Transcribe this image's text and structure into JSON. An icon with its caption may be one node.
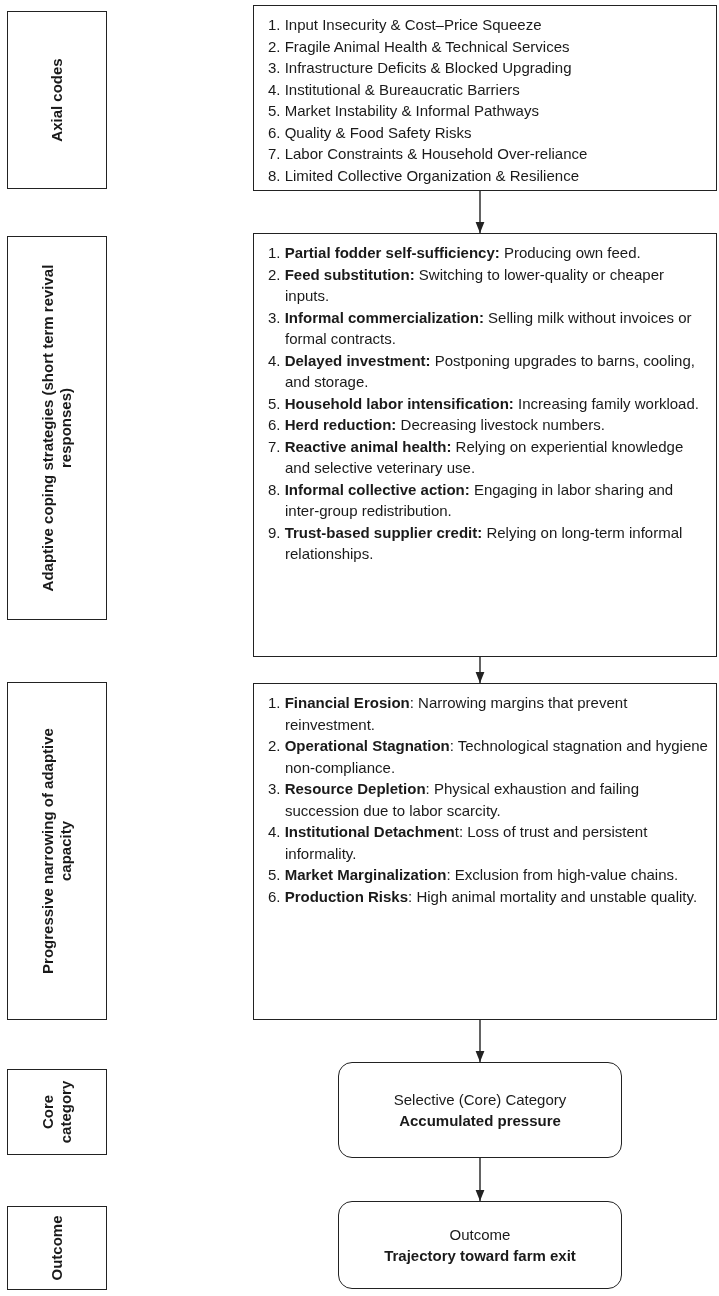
{
  "diagram": {
    "nodes": [
      {
        "text": [
          "Axial codes"
        ]
      },
      {
        "text": [
          "1. Input Insecurity & Cost–Price Squeeze",
          "2. Fragile Animal Health & Technical Services",
          "3. Infrastructure Deficits & Blocked Upgrading",
          "4. Institutional & Bureaucratic Barriers",
          "5. Market Instability & Informal Pathways",
          "6. Quality & Food Safety Risks",
          "7. Labor Constraints & Household Over-reliance",
          "8. Limited Collective Organization & Resilience"
        ]
      },
      {
        "text": [
          "Adaptive coping strategies (short term revival responses)"
        ]
      },
      {
        "text": [
          "1. **Partial fodder self-sufficiency:** Producing own feed.",
          "2. **Feed substitution:** Switching to lower-quality or cheaper inputs.",
          "3. **Informal commercialization:** Selling milk without invoices or formal contracts.",
          "4. **Delayed investment:** Postponing upgrades to barns, cooling, and storage.",
          "5. **Household labor intensification:** Increasing family workload.",
          "6. **Herd reduction:** Decreasing livestock numbers.",
          "7. **Reactive animal health:** Relying on experiential knowledge and selective veterinary use.",
          "8. **Informal collective action:** Engaging in labor sharing and inter-group redistribution.",
          "9. **Trust-based supplier credit:** Relying on long-term informal relationships."
        ]
      },
      {
        "text": [
          "Progressive narrowing of adaptive capacity"
        ]
      },
      {
        "text": [
          "1. **Financial Erosion**: Narrowing margins that prevent reinvestment.",
          "2. **Operational Stagnation**: Technological stagnation and hygiene non-compliance.",
          "3. **Resource Depletion**: Physical exhaustion and failing succession due to labor scarcity.",
          "4. **Institutional Detachmen**t: Loss of trust and persistent informality.",
          "5. **Market Marginalization**: Exclusion from high-value chains.",
          "6. **Production Risks**: High animal mortality and unstable quality."
        ]
      },
      {
        "text": [
          "Core category"
        ]
      },
      {
        "text": [
          "Selective (Core) Category",
          "Accumulated pressure"
        ]
      },
      {
        "text": [
          "Outcome"
        ]
      },
      {
        "text": [
          "Outcome",
          "Trajectory toward farm exit"
        ]
      }
    ],
    "edges": [
      {
        "from": 1,
        "to": 3,
        "arrow": "to"
      },
      {
        "from": 3,
        "to": 5,
        "arrow": "to"
      },
      {
        "from": 5,
        "to": 7,
        "arrow": "to"
      },
      {
        "from": 7,
        "to": 9,
        "arrow": "to"
      }
    ]
  }
}
